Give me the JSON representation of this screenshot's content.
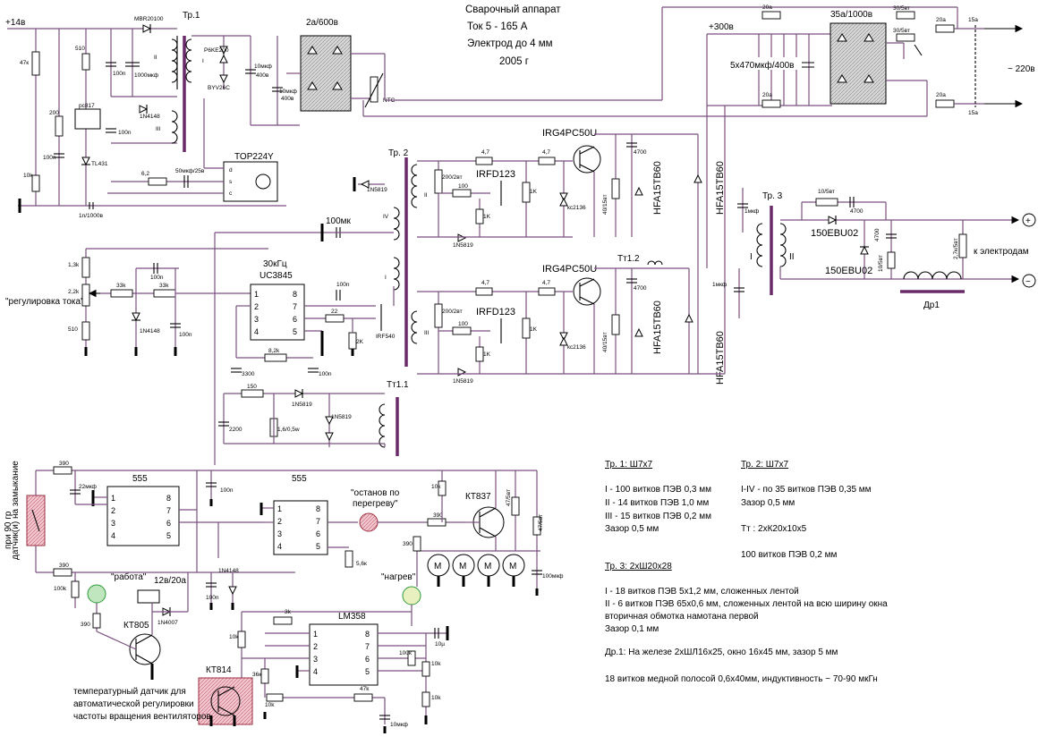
{
  "title": {
    "line1": "Сварочный аппарат",
    "line2": "Ток 5 - 165 А",
    "line3": "Электрод  до 4 мм",
    "line4": "2005 г"
  },
  "rails": {
    "plus14": "+14в",
    "plus300": "+300в",
    "mains": "~ 220в",
    "electrodes": "к электродам",
    "plus": "+",
    "minus": "−"
  },
  "labels": {
    "tr1": "Тр.1",
    "tr2": "Тр. 2",
    "tr3": "Тр. 3",
    "tt11": "Тт1.1",
    "tt12": "Тт1.2",
    "dr1": "Др1",
    "top224": "TOP224Y",
    "top_d": "d",
    "top_s": "s",
    "top_c": "c",
    "bridge1": "2а/600в",
    "bridge2": "35а/1000в",
    "caps": "5х470мкф/400в",
    "uc3845": "UC3845",
    "freq": "30кГц",
    "c100mk": "100мк",
    "irfd_top": "IRFD123",
    "irfd_bot": "IRFD123",
    "igbt_top": "IRG4PC50U",
    "igbt_bot": "IRG4PC50U",
    "hfa1": "HFA15TB60",
    "hfa2": "HFA15TB60",
    "hfa3": "HFA15TB60",
    "hfa4": "HFA15TB60",
    "ebu1": "150EBU02",
    "ebu2": "150EBU02",
    "t555a": "555",
    "t555b": "555",
    "lm358": "LM358",
    "kt837": "КТ837",
    "kt805": "КТ805",
    "kt814": "КТ814",
    "irf540": "IRF540",
    "regul": "\"регулировка тока\"",
    "rabota": "\"работа\"",
    "nagrev": "\"нагрев\"",
    "ostanov1": "\"останов по",
    "ostanov2": "перегреву\"",
    "relay": "12в/20а",
    "sensor1": "датчик(и)  на замыкание",
    "sensor2": "при 90 гр",
    "tempnote1": "температурный датчик для",
    "tempnote2": "автоматической регулировки",
    "tempnote3": "частоты вращения вентиляторов",
    "ntc": "NTC",
    "mbr": "MBR20100",
    "pc817": "pc817",
    "tl431": "TL431",
    "p6ke": "P6KE200",
    "byv": "BYV26C",
    "1n4148": "1N4148",
    "1n5819": "1N5819",
    "1n4007": "1N4007",
    "kc2136": "кс2136",
    "r47k": "47к",
    "r510": "510",
    "r200": "200",
    "r10k": "10k",
    "r62": "6,2",
    "c50": "50мкф/25в",
    "c1n": "1n/1000в",
    "c1000": "1000мкф",
    "c100n": "100n",
    "c10mkf": "10мкф",
    "c400": "400в",
    "r13k": "1,3k",
    "r22k": "2,2k",
    "r33k": "33k",
    "r22": "22",
    "r2k": "2K",
    "r82k": "8,2k",
    "c3300": "3300",
    "c2200": "2200",
    "r150": "150",
    "r1605": "1,6/0,5w",
    "r200_2": "200/2вт",
    "r100": "100",
    "r1k": "1K",
    "r47": "4,7",
    "r40_15": "40/15вт",
    "c4700": "4700",
    "c1mkf": "1мкф",
    "r10_5": "10/5вт",
    "c4700b": "4700",
    "r27k": "2,7к/5вт",
    "r10_5b": "10/5вт",
    "r20a": "20а",
    "r15a": "15а",
    "r30_5": "30/5вт",
    "r390": "390",
    "c22mkf": "22мкф",
    "r100k": "100k",
    "r3k": "3k",
    "r47k2": "47k",
    "r56k": "5,6к",
    "r475": "47/5вт",
    "c100mkf": "100мкф",
    "c10u": "10µ",
    "r36k": "36к",
    "c10mkf2": "10мкф"
  },
  "notes": {
    "tr1_head": "Тр. 1:  Ш7х7",
    "tr1_l1": "I - 100 витков ПЭВ 0,3 мм",
    "tr1_l2": "II - 14 витков ПЭВ 1,0 мм",
    "tr1_l3": "III - 15 витков ПЭВ 0,2 мм",
    "tr1_l4": "Зазор 0,5 мм",
    "tr2_head": "Тр. 2: Ш7х7",
    "tr2_l1": "I-IV - по 35 витков ПЭВ 0,35 мм",
    "tr2_l2": "Зазор 0,5 мм",
    "tt_head": "Тт : 2хК20х10х5",
    "tt_l1": "100 витков ПЭВ 0,2 мм",
    "tr3_head": "Тр. 3: 2хШ20х28",
    "tr3_l1": "I - 18 витков ПЭВ 5х1,2 мм, сложенных лентой",
    "tr3_l2": "II - 6 витков ПЭВ 65х0,6 мм, сложенных лентой на всю  ширину окна",
    "tr3_l3": "вторичная обмотка намотана первой",
    "tr3_l4": "Зазор 0,1 мм",
    "dr_l1": "Др.1: На железе 2хШЛ16х25, окно 16х45 мм, зазор 5 мм",
    "dr_l2": "18 витков медной полосой 0,6х40мм, индуктивность ~  70-90 мкГн"
  },
  "colors": {
    "wire": "#7a4f80",
    "core": "#6a2a6a",
    "led_green": "#2e9a3a",
    "sensor_pink": "#e89aa8"
  }
}
